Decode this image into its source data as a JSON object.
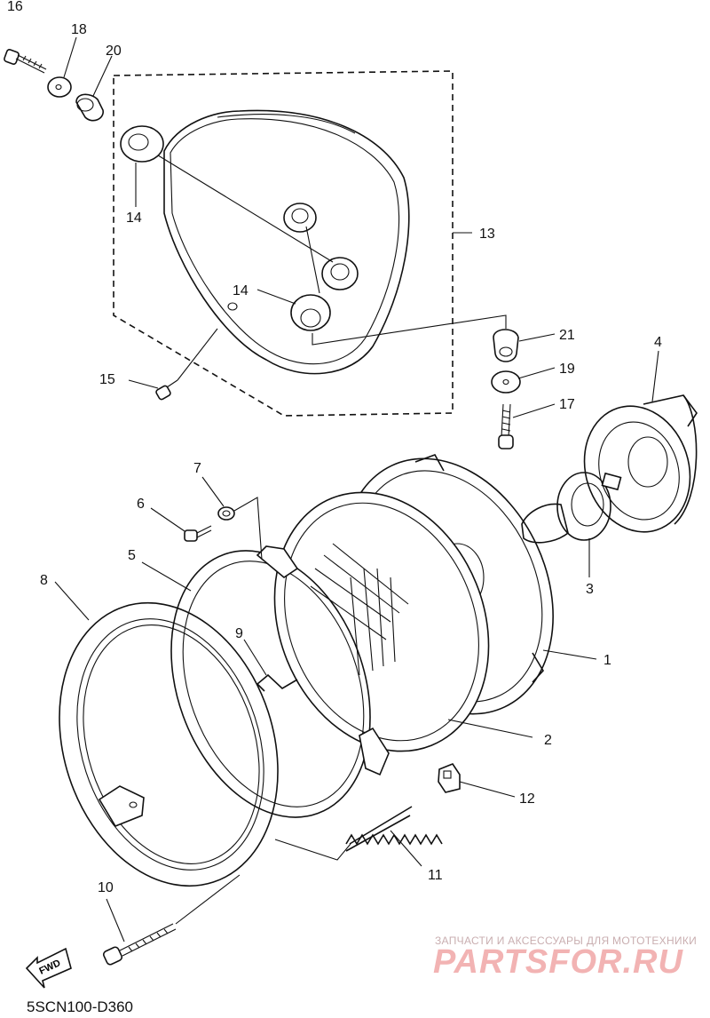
{
  "diagram": {
    "code": "5SCN100-D360",
    "fwd_label": "FWD",
    "watermark": {
      "tagline": "ЗАПЧАСТИ И АКСЕССУАРЫ ДЛЯ МОТОТЕХНИКИ",
      "brand": "PARTSFOR.RU"
    },
    "parts": [
      {
        "num": "1",
        "name": "headlight-unit"
      },
      {
        "num": "2",
        "name": "lens-unit"
      },
      {
        "num": "3",
        "name": "bulb"
      },
      {
        "num": "4",
        "name": "socket-cover"
      },
      {
        "num": "5",
        "name": "rim"
      },
      {
        "num": "6",
        "name": "screw"
      },
      {
        "num": "7",
        "name": "nut"
      },
      {
        "num": "8",
        "name": "headlight-rim"
      },
      {
        "num": "9",
        "name": "clip"
      },
      {
        "num": "10",
        "name": "adjusting-screw"
      },
      {
        "num": "11",
        "name": "spring"
      },
      {
        "num": "12",
        "name": "nut"
      },
      {
        "num": "13",
        "name": "headlight-body-assy"
      },
      {
        "num": "14",
        "name": "grommet"
      },
      {
        "num": "15",
        "name": "screw"
      },
      {
        "num": "16",
        "name": "bolt"
      },
      {
        "num": "17",
        "name": "bolt"
      },
      {
        "num": "18",
        "name": "washer"
      },
      {
        "num": "19",
        "name": "washer"
      },
      {
        "num": "20",
        "name": "collar"
      },
      {
        "num": "21",
        "name": "collar"
      }
    ]
  }
}
